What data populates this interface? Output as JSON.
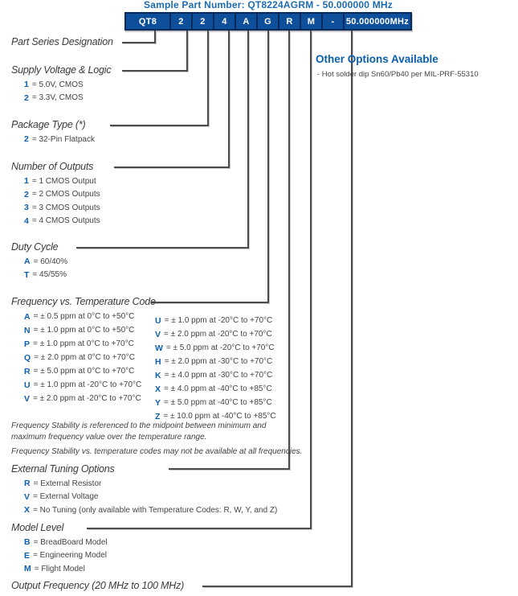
{
  "colors": {
    "brand_blue": "#1d6cb2",
    "cell_fill": "#0e4f9c",
    "cell_border": "#072a5c",
    "code_blue": "#0d5fae",
    "text_gray": "#3c3c3c",
    "line_gray": "#4c4c4c"
  },
  "header": {
    "sample_label": "Sample Part Number: QT8224AGRM - 50.000000 MHz",
    "cells": [
      "QT8",
      "2",
      "2",
      "4",
      "A",
      "G",
      "R",
      "M",
      "-",
      "50.000000MHz"
    ]
  },
  "other_options": {
    "title": "Other Options Available",
    "item": "- Hot solder dip Sn60/Pb40 per MIL-PRF-55310"
  },
  "part_series": {
    "title": "Part Series Designation"
  },
  "supply": {
    "title": "Supply Voltage & Logic",
    "options": [
      {
        "code": "1",
        "desc": "= 5.0V, CMOS"
      },
      {
        "code": "2",
        "desc": "= 3.3V, CMOS"
      }
    ]
  },
  "package": {
    "title": "Package Type (*)",
    "options": [
      {
        "code": "2",
        "desc": "= 32-Pin Flatpack"
      }
    ]
  },
  "outputs": {
    "title": "Number of Outputs",
    "options": [
      {
        "code": "1",
        "desc": "= 1 CMOS Output"
      },
      {
        "code": "2",
        "desc": "= 2 CMOS Outputs"
      },
      {
        "code": "3",
        "desc": "= 3 CMOS Outputs"
      },
      {
        "code": "4",
        "desc": "= 4 CMOS Outputs"
      }
    ]
  },
  "duty": {
    "title": "Duty Cycle",
    "options": [
      {
        "code": "A",
        "desc": "= 60/40%"
      },
      {
        "code": "T",
        "desc": "= 45/55%"
      }
    ]
  },
  "freq_temp": {
    "title": "Frequency vs. Temperature Code",
    "left": [
      {
        "code": "A",
        "desc": "= ± 0.5 ppm at 0°C to +50°C"
      },
      {
        "code": "N",
        "desc": "= ± 1.0 ppm at 0°C to +50°C"
      },
      {
        "code": "P",
        "desc": "= ± 1.0 ppm at 0°C to +70°C"
      },
      {
        "code": "Q",
        "desc": "= ± 2.0 ppm at 0°C to +70°C"
      },
      {
        "code": "R",
        "desc": "= ± 5.0 ppm at 0°C to +70°C"
      },
      {
        "code": "U",
        "desc": "= ± 1.0 ppm at -20°C to +70°C"
      },
      {
        "code": "V",
        "desc": "= ± 2.0 ppm at -20°C to +70°C"
      }
    ],
    "right": [
      {
        "code": "U",
        "desc": "= ± 1.0 ppm at -20°C to +70°C"
      },
      {
        "code": "V",
        "desc": "= ± 2.0 ppm at -20°C to +70°C"
      },
      {
        "code": "W",
        "desc": "= ± 5.0 ppm at -20°C to +70°C"
      },
      {
        "code": "H",
        "desc": "= ± 2.0 ppm at -30°C to +70°C"
      },
      {
        "code": "K",
        "desc": "= ± 4.0 ppm at -30°C to +70°C"
      },
      {
        "code": "X",
        "desc": "= ± 4.0 ppm at -40°C to +85°C"
      },
      {
        "code": "Y",
        "desc": "= ± 5.0 ppm at -40°C to +85°C"
      },
      {
        "code": "Z",
        "desc": "= ± 10.0 ppm at -40°C to +85°C"
      }
    ],
    "note1_line1": "Frequency Stability is referenced to the midpoint between minimum and",
    "note1_line2": "maximum frequency value over the temperature range.",
    "note2": "Frequency Stability vs. temperature codes may not be available at all frequencies."
  },
  "tuning": {
    "title": "External Tuning Options",
    "options": [
      {
        "code": "R",
        "desc": "= External Resistor"
      },
      {
        "code": "V",
        "desc": "= External Voltage"
      },
      {
        "code": "X",
        "desc": "= No Tuning (only available with Temperature Codes: R, W, Y, and Z)"
      }
    ]
  },
  "model": {
    "title": "Model Level",
    "options": [
      {
        "code": "B",
        "desc": "= BreadBoard Model"
      },
      {
        "code": "E",
        "desc": "= Engineering Model"
      },
      {
        "code": "M",
        "desc": "= Flight Model"
      }
    ]
  },
  "output_freq": {
    "title": "Output Frequency (20 MHz to 100 MHz)"
  }
}
